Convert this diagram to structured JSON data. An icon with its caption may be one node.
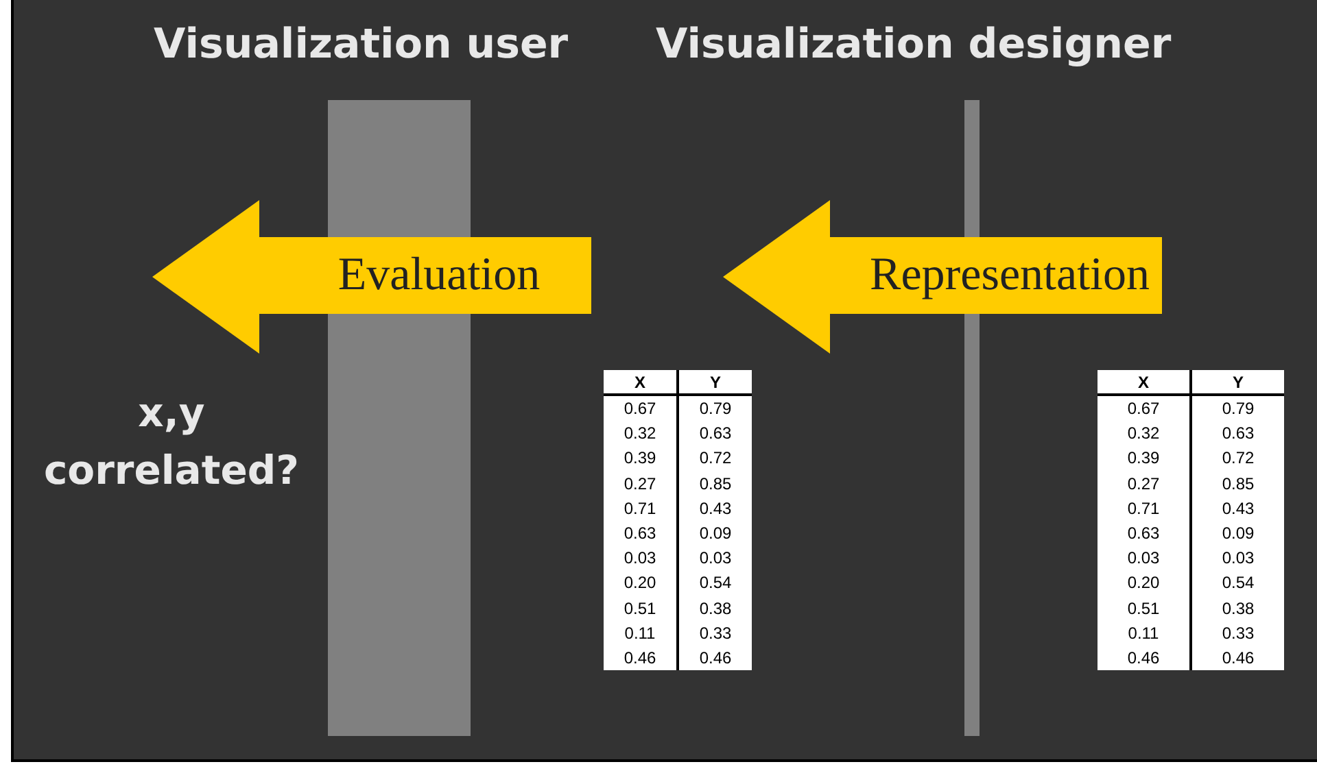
{
  "diagram": {
    "nodes": [
      {
        "text": [
          "Evaluation"
        ]
      },
      {
        "text": [
          "Representation"
        ]
      },
      {
        "text": [],
        "shape": "bar"
      },
      {
        "text": [],
        "shape": "bar"
      }
    ],
    "labels": [
      "Visualization user",
      "Visualization designer",
      "x,y correlated?",
      "X",
      "Y",
      "0.67",
      "0.79",
      "0.32",
      "0.63",
      "0.39",
      "0.72",
      "0.27",
      "0.85",
      "0.71",
      "0.43",
      "0.63",
      "0.09",
      "0.03",
      "0.03",
      "0.20",
      "0.54",
      "0.51",
      "0.38",
      "0.11",
      "0.33",
      "0.46",
      "0.46",
      "X",
      "Y",
      "0.67",
      "0.79",
      "0.32",
      "0.63",
      "0.39",
      "0.72",
      "0.27",
      "0.85",
      "0.71",
      "0.43",
      "0.63",
      "0.09",
      "0.03",
      "0.03",
      "0.20",
      "0.54",
      "0.51",
      "0.38",
      "0.11",
      "0.33",
      "0.46",
      "0.46"
    ]
  }
}
